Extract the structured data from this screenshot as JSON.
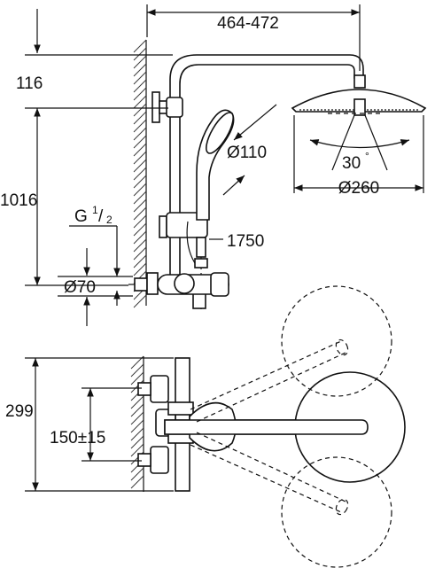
{
  "dimensions": {
    "width_arm": "464-472",
    "head_height": "116",
    "total_height": "1016",
    "thread": "G",
    "thread_num": "1",
    "thread_den": "2",
    "hand_shower_dia": "Ø110",
    "min_height": "1750",
    "mixer_dia": "Ø70",
    "spray_angle": "30",
    "angle_unit": "°",
    "head_dia": "Ø260",
    "depth": "299",
    "inlet_spacing": "150±15"
  }
}
